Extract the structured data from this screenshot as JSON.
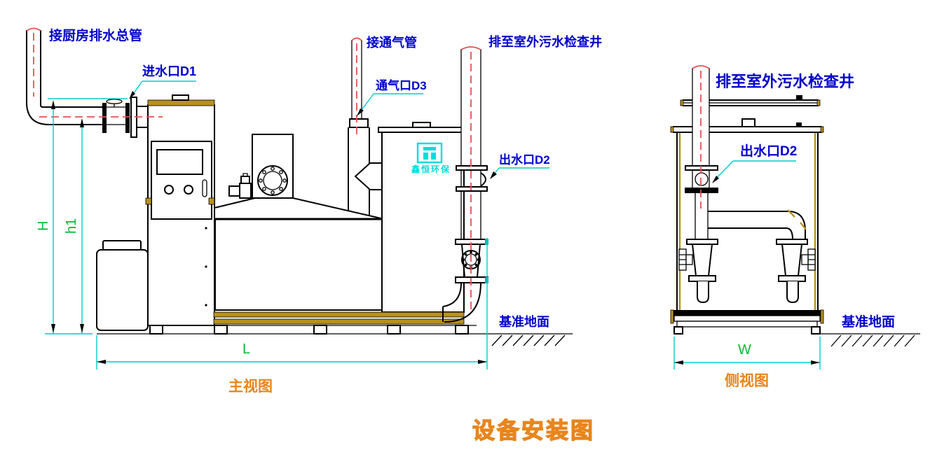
{
  "title": "设备安装图",
  "views": {
    "front": {
      "caption": "主视图",
      "labels": {
        "kitchen_main": "接厨房排水总管",
        "inlet": "进水口D1",
        "vent_pipe": "接通气管",
        "vent_port": "通气口D3",
        "discharge_well": "排至室外污水检查井",
        "outlet": "出水口D2",
        "ground": "基准地面"
      },
      "dimensions": {
        "height": "H",
        "inlet_height": "h1",
        "length": "L"
      }
    },
    "side": {
      "caption": "侧视图",
      "labels": {
        "discharge_well": "排至室外污水检查井",
        "outlet": "出水口D2",
        "ground": "基准地面"
      },
      "dimensions": {
        "width": "W"
      }
    },
    "logo": {
      "text": "鑫恒环保"
    }
  },
  "colors": {
    "label_blue": "#0000cc",
    "leader_cyan": "#00cccc",
    "dim_green": "#00bb33",
    "caption_orange": "#e8851c",
    "centerline_red": "#e05353",
    "gold": "#b8911e",
    "line_black": "#000000"
  }
}
